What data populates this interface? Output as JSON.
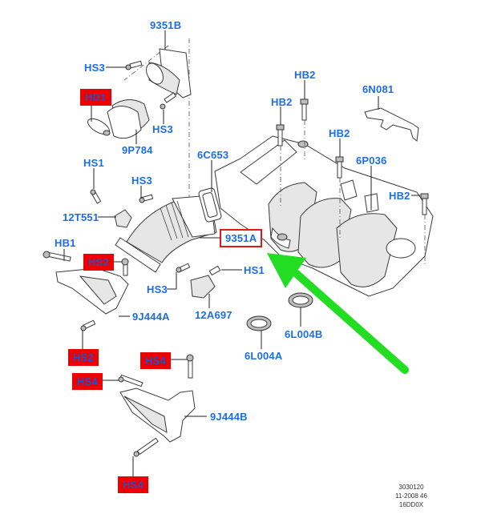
{
  "diagram": {
    "title": "Intake manifold exploded view",
    "labels": [
      {
        "id": "9351B",
        "text": "9351B",
        "style": "plain"
      },
      {
        "id": "HS3_top",
        "text": "HS3",
        "style": "plain"
      },
      {
        "id": "HD1",
        "text": "HD1",
        "style": "highlight-fill"
      },
      {
        "id": "HS3_mid",
        "text": "HS3",
        "style": "plain"
      },
      {
        "id": "9P784",
        "text": "9P784",
        "style": "plain"
      },
      {
        "id": "HS1_left",
        "text": "HS1",
        "style": "plain"
      },
      {
        "id": "HS3_b",
        "text": "HS3",
        "style": "plain"
      },
      {
        "id": "6C653",
        "text": "6C653",
        "style": "plain"
      },
      {
        "id": "12T551",
        "text": "12T551",
        "style": "plain"
      },
      {
        "id": "9351A",
        "text": "9351A",
        "style": "highlight-box"
      },
      {
        "id": "HB1",
        "text": "HB1",
        "style": "plain"
      },
      {
        "id": "HS2_a",
        "text": "HS2",
        "style": "highlight-fill"
      },
      {
        "id": "HS3_low",
        "text": "HS3",
        "style": "plain"
      },
      {
        "id": "HS1_right",
        "text": "HS1",
        "style": "plain"
      },
      {
        "id": "12A697",
        "text": "12A697",
        "style": "plain"
      },
      {
        "id": "9J444A",
        "text": "9J444A",
        "style": "plain"
      },
      {
        "id": "HS2_b",
        "text": "HS2",
        "style": "highlight-fill"
      },
      {
        "id": "HS4_a",
        "text": "HS4",
        "style": "highlight-fill"
      },
      {
        "id": "HS4_b",
        "text": "HS4",
        "style": "highlight-fill"
      },
      {
        "id": "9J444B",
        "text": "9J444B",
        "style": "plain"
      },
      {
        "id": "HS4_c",
        "text": "HS4",
        "style": "highlight-fill"
      },
      {
        "id": "HB2_a",
        "text": "HB2",
        "style": "plain"
      },
      {
        "id": "HB2_b",
        "text": "HB2",
        "style": "plain"
      },
      {
        "id": "6N081",
        "text": "6N081",
        "style": "plain"
      },
      {
        "id": "HB2_c",
        "text": "HB2",
        "style": "plain"
      },
      {
        "id": "6P036",
        "text": "6P036",
        "style": "plain"
      },
      {
        "id": "HB2_d",
        "text": "HB2",
        "style": "plain"
      },
      {
        "id": "6L004B",
        "text": "6L004B",
        "style": "plain"
      },
      {
        "id": "6L004A",
        "text": "6L004A",
        "style": "plain"
      }
    ],
    "footer": [
      "3030120",
      "11-2008 46",
      "16DD0X"
    ],
    "colors": {
      "label_text": "#1a6ee8",
      "highlight_fill": "#ee0000",
      "highlight_fill_text": "#2250c8",
      "highlight_box_border": "#e01818",
      "arrow": "#22dd22"
    },
    "annotation": {
      "type": "arrow",
      "points_to": "9351A",
      "color": "#22dd22"
    }
  }
}
